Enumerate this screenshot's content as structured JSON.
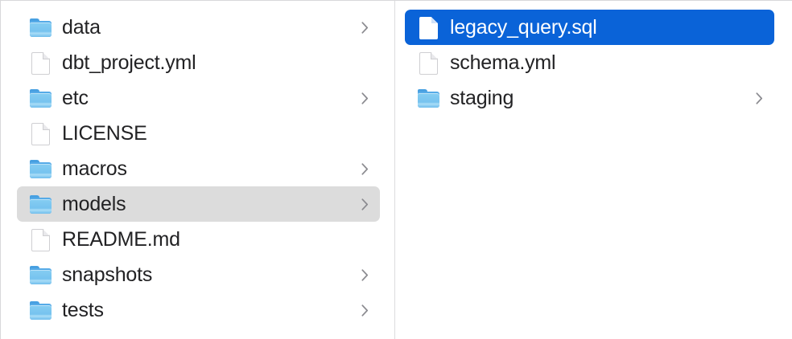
{
  "app": {
    "name": "Finder",
    "view": "column-view",
    "accent_color": "#0a63d8",
    "inactive_selection_color": "#dcdcdc",
    "text_color": "#222224",
    "background_color": "#ffffff",
    "divider_color": "#dcdcde"
  },
  "columns": [
    {
      "name": "project-root-column",
      "items": [
        {
          "label": "data",
          "kind": "folder",
          "icon": "folder-icon",
          "disclosure": "chevron-right-icon",
          "has_chevron": true,
          "selected": false,
          "selection_style": "none"
        },
        {
          "label": "dbt_project.yml",
          "kind": "file",
          "icon": "document-icon",
          "disclosure": "",
          "has_chevron": false,
          "selected": false,
          "selection_style": "none"
        },
        {
          "label": "etc",
          "kind": "folder",
          "icon": "folder-icon",
          "disclosure": "chevron-right-icon",
          "has_chevron": true,
          "selected": false,
          "selection_style": "none"
        },
        {
          "label": "LICENSE",
          "kind": "file",
          "icon": "document-icon",
          "disclosure": "",
          "has_chevron": false,
          "selected": false,
          "selection_style": "none"
        },
        {
          "label": "macros",
          "kind": "folder",
          "icon": "folder-icon",
          "disclosure": "chevron-right-icon",
          "has_chevron": true,
          "selected": false,
          "selection_style": "none"
        },
        {
          "label": "models",
          "kind": "folder",
          "icon": "folder-icon",
          "disclosure": "chevron-right-icon",
          "has_chevron": true,
          "selected": true,
          "selection_style": "gray"
        },
        {
          "label": "README.md",
          "kind": "file",
          "icon": "document-icon",
          "disclosure": "",
          "has_chevron": false,
          "selected": false,
          "selection_style": "none"
        },
        {
          "label": "snapshots",
          "kind": "folder",
          "icon": "folder-icon",
          "disclosure": "chevron-right-icon",
          "has_chevron": true,
          "selected": false,
          "selection_style": "none"
        },
        {
          "label": "tests",
          "kind": "folder",
          "icon": "folder-icon",
          "disclosure": "chevron-right-icon",
          "has_chevron": true,
          "selected": false,
          "selection_style": "none"
        }
      ]
    },
    {
      "name": "models-folder-column",
      "items": [
        {
          "label": "legacy_query.sql",
          "kind": "file",
          "icon": "document-icon",
          "disclosure": "",
          "has_chevron": false,
          "selected": true,
          "selection_style": "blue"
        },
        {
          "label": "schema.yml",
          "kind": "file",
          "icon": "document-icon",
          "disclosure": "",
          "has_chevron": false,
          "selected": false,
          "selection_style": "none"
        },
        {
          "label": "staging",
          "kind": "folder",
          "icon": "folder-icon",
          "disclosure": "chevron-right-icon",
          "has_chevron": true,
          "selected": false,
          "selection_style": "none"
        }
      ]
    }
  ]
}
